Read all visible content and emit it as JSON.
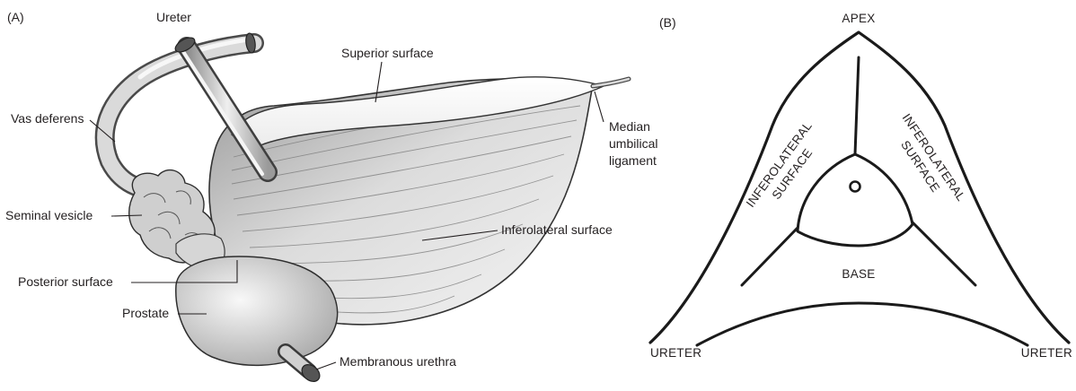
{
  "panel_a": {
    "tag": "(A)",
    "labels": {
      "ureter": "Ureter",
      "superior_surface": "Superior surface",
      "vas_deferens": "Vas deferens",
      "median_1": "Median",
      "median_2": "umbilical",
      "median_3": "ligament",
      "seminal_vesicle": "Seminal vesicle",
      "inferolateral_surface": "Inferolateral surface",
      "posterior_surface": "Posterior surface",
      "prostate": "Prostate",
      "membranous_urethra": "Membranous urethra"
    }
  },
  "panel_b": {
    "tag": "(B)",
    "labels": {
      "apex": "APEX",
      "left_surface_1": "INFEROLATERAL",
      "left_surface_2": "SURFACE",
      "right_surface_1": "INFEROLATERAL",
      "right_surface_2": "SURFACE",
      "base": "BASE",
      "ureter_left": "URETER",
      "ureter_right": "URETER"
    }
  }
}
